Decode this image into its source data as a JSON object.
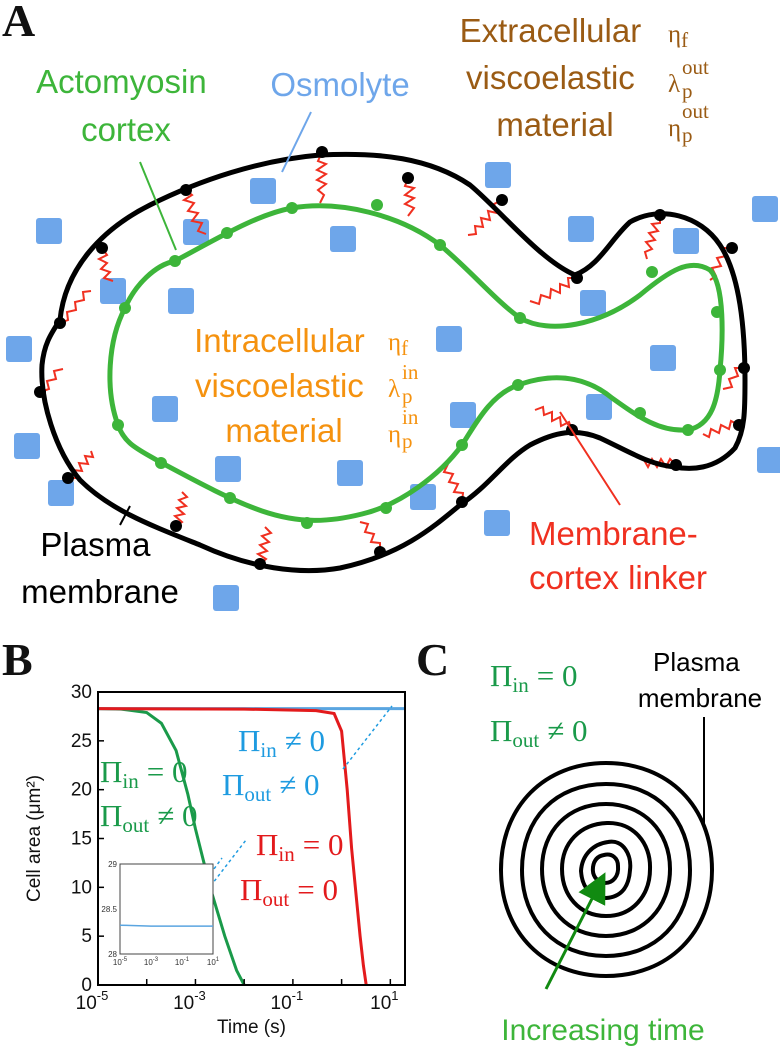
{
  "colors": {
    "membrane": "#000000",
    "cortex": "#3db53a",
    "linker": "#f03020",
    "osmolyte": "#6ea6ea",
    "extracellular": "#9a5b14",
    "intracellular": "#f5920f",
    "curve_green": "#1a9a4a",
    "curve_red": "#e31a1c",
    "curve_blue": "#5aa5e0",
    "annot_blue": "#1e9be0",
    "arrow_green": "#118a11"
  },
  "panels": {
    "a": "A",
    "b": "B",
    "c": "C"
  },
  "panelA": {
    "actomyosin": [
      "Actomyosin",
      "cortex"
    ],
    "osmolyte": "Osmolyte",
    "extracellular": [
      "Extracellular",
      "viscoelastic",
      "material"
    ],
    "extra_eta_f": "η",
    "extra_eta_f_sub": "f",
    "extra_lambda": "λ",
    "extra_lambda_sub": "p",
    "extra_lambda_sup": "out",
    "extra_eta_p": "η",
    "extra_eta_p_sub": "p",
    "extra_eta_p_sup": "out",
    "intracellular": [
      "Intracellular",
      "viscoelastic",
      "material"
    ],
    "intra_eta_f": "η",
    "intra_eta_f_sub": "f",
    "intra_lambda": "λ",
    "intra_lambda_sub": "p",
    "intra_lambda_sup": "in",
    "intra_eta_p": "η",
    "intra_eta_p_sub": "p",
    "intra_eta_p_sup": "in",
    "plasma": [
      "Plasma",
      "membrane"
    ],
    "linker": [
      "Membrane-",
      "cortex linker"
    ]
  },
  "panelB": {
    "ylabel": "Cell area (μm²)",
    "xlabel": "Time (s)",
    "yticks": [
      "0",
      "5",
      "10",
      "15",
      "20",
      "25",
      "30"
    ],
    "xtick_base": "10",
    "xtick_exps": [
      "-5",
      "-3",
      "-1",
      "1"
    ],
    "inset_yticks": [
      "29",
      "28.5",
      "28"
    ],
    "inset_xtick_exps": [
      "-5",
      "-3",
      "-1",
      "1"
    ],
    "pi": "Π",
    "sub_in": "in",
    "sub_out": "out",
    "eq_zero": "= 0",
    "neq_zero": "≠ 0"
  },
  "panelC": {
    "pi": "Π",
    "sub_in": "in",
    "sub_out": "out",
    "eq_zero": "= 0",
    "neq_zero": "≠ 0",
    "plasma": [
      "Plasma",
      "membrane"
    ],
    "time_label": "Increasing time"
  },
  "chart_data": {
    "type": "line",
    "xlabel": "Time (s)",
    "ylabel": "Cell area (μm²)",
    "xscale": "log",
    "xlim": [
      1e-05,
      20
    ],
    "ylim": [
      0,
      30
    ],
    "grid": false,
    "series": [
      {
        "name": "Πin = 0, Πout ≠ 0",
        "color": "#1a9a4a",
        "points": [
          [
            1e-05,
            28.3
          ],
          [
            3e-05,
            28.25
          ],
          [
            0.0001,
            27.9
          ],
          [
            0.0002,
            26.8
          ],
          [
            0.0004,
            24.0
          ],
          [
            0.0007,
            19.5
          ],
          [
            0.001,
            16.0
          ],
          [
            0.002,
            10.0
          ],
          [
            0.004,
            5.0
          ],
          [
            0.007,
            1.5
          ],
          [
            0.01,
            0
          ]
        ]
      },
      {
        "name": "Πin ≠ 0, Πout ≠ 0",
        "color": "#5aa5e0",
        "points": [
          [
            1e-05,
            28.3
          ],
          [
            0.001,
            28.3
          ],
          [
            0.1,
            28.3
          ],
          [
            20,
            28.3
          ]
        ]
      },
      {
        "name": "Πin = 0, Πout = 0",
        "color": "#e31a1c",
        "points": [
          [
            1e-05,
            28.3
          ],
          [
            0.01,
            28.25
          ],
          [
            0.3,
            28.1
          ],
          [
            0.7,
            27.8
          ],
          [
            1.0,
            26.0
          ],
          [
            1.3,
            20.0
          ],
          [
            1.6,
            14.0
          ],
          [
            2.0,
            9.0
          ],
          [
            2.4,
            5.0
          ],
          [
            2.8,
            2.0
          ],
          [
            3.2,
            0
          ]
        ]
      }
    ],
    "inset": {
      "xscale": "log",
      "xlim": [
        1e-05,
        10
      ],
      "ylim": [
        28,
        29
      ],
      "series": [
        {
          "color": "#5aa5e0",
          "points": [
            [
              1e-05,
              28.32
            ],
            [
              0.001,
              28.31
            ],
            [
              10,
              28.31
            ]
          ]
        }
      ]
    }
  }
}
